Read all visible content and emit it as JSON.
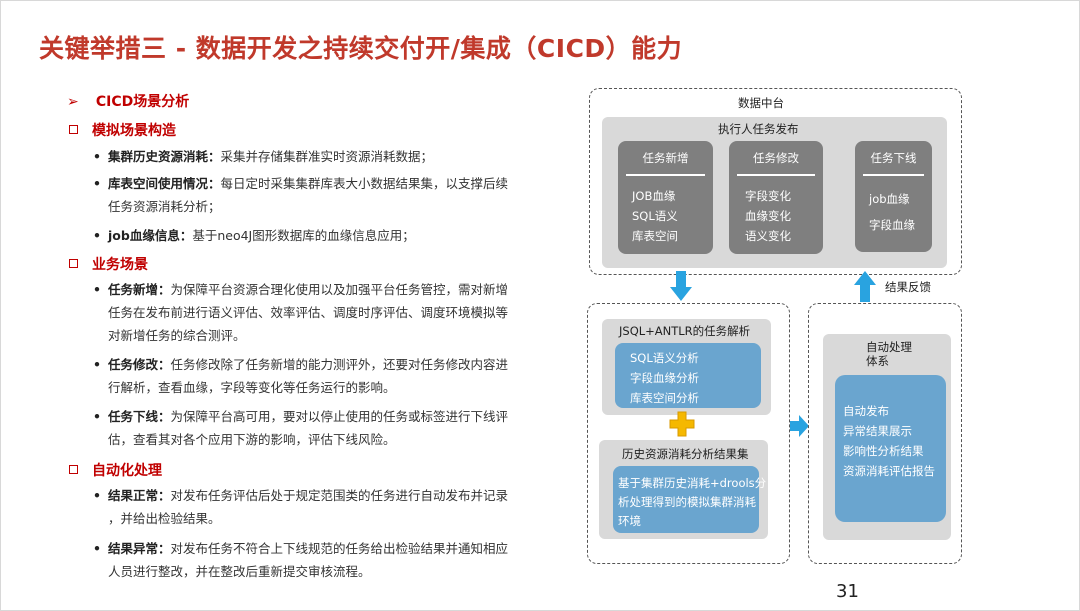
{
  "title": "关键举措三 - 数据开发之持续交付开/集成（CICD）能力",
  "left": {
    "section_heading": "CICD场景分析",
    "groups": [
      {
        "heading": "模拟场景构造",
        "items": [
          {
            "term": "集群历史资源消耗：",
            "lines": [
              "采集并存储集群准实时资源消耗数据；"
            ]
          },
          {
            "term": "库表空间使用情况：",
            "lines": [
              "每日定时采集集群库表大小数据结果集，以支撑后续",
              "任务资源消耗分析；"
            ]
          },
          {
            "term": "job血缘信息：",
            "lines": [
              "基于neo4J图形数据库的血缘信息应用；"
            ]
          }
        ]
      },
      {
        "heading": "业务场景",
        "items": [
          {
            "term": "任务新增：",
            "lines": [
              "为保障平台资源合理化使用以及加强平台任务管控，需对新增",
              "任务在发布前进行语义评估、效率评估、调度时序评估、调度环境模拟等",
              "对新增任务的综合测评。"
            ]
          },
          {
            "term": "任务修改：",
            "lines": [
              "任务修改除了任务新增的能力测评外，还要对任务修改内容进",
              "行解析，查看血缘，字段等变化等任务运行的影响。"
            ]
          },
          {
            "term": "任务下线：",
            "lines": [
              "为保障平台高可用，要对以停止使用的任务或标签进行下线评",
              "估，查看其对各个应用下游的影响，评估下线风险。"
            ]
          }
        ]
      },
      {
        "heading": "自动化处理",
        "items": [
          {
            "term": "结果正常：",
            "lines": [
              "对发布任务评估后处于规定范围类的任务进行自动发布并记录",
              "，并给出检验结果。"
            ]
          },
          {
            "term": "结果异常：",
            "lines": [
              "对发布任务不符合上下线规范的任务给出检验结果并通知相应",
              "人员进行整改，并在整改后重新提交审核流程。"
            ]
          }
        ]
      }
    ]
  },
  "diagram": {
    "data_platform_label": "数据中台",
    "executor_label": "执行人任务发布",
    "task_new": {
      "title": "任务新增",
      "items": [
        "JOB血缘",
        "SQL语义",
        "库表空间"
      ]
    },
    "task_modify": {
      "title": "任务修改",
      "items": [
        "字段变化",
        "血缘变化",
        "语义变化"
      ]
    },
    "task_offline": {
      "title": "任务下线",
      "items": [
        "job血缘",
        "字段血缘"
      ]
    },
    "feedback_label": "结果反馈",
    "parse_title": "JSQL+ANTLR的任务解析",
    "parse_items": [
      "SQL语义分析",
      "字段血缘分析",
      "库表空间分析"
    ],
    "history_title": "历史资源消耗分析结果集",
    "history_lines": [
      "基于集群历史消耗+drools分",
      "析处理得到的模拟集群消耗",
      "环境"
    ],
    "auto_title_lines": [
      "自动处理",
      "体系"
    ],
    "auto_items": [
      "自动发布",
      "异常结果展示",
      "影响性分析结果",
      "资源消耗评估报告"
    ],
    "colors": {
      "title_red": "#c0392b",
      "box_blue": "#6aa5cf",
      "arrow_blue": "#29a3e0",
      "plus_gold": "#f5b800",
      "dark_gray": "#7f7f7f",
      "light_gray": "#d9d9d9"
    }
  },
  "page_number": "31"
}
